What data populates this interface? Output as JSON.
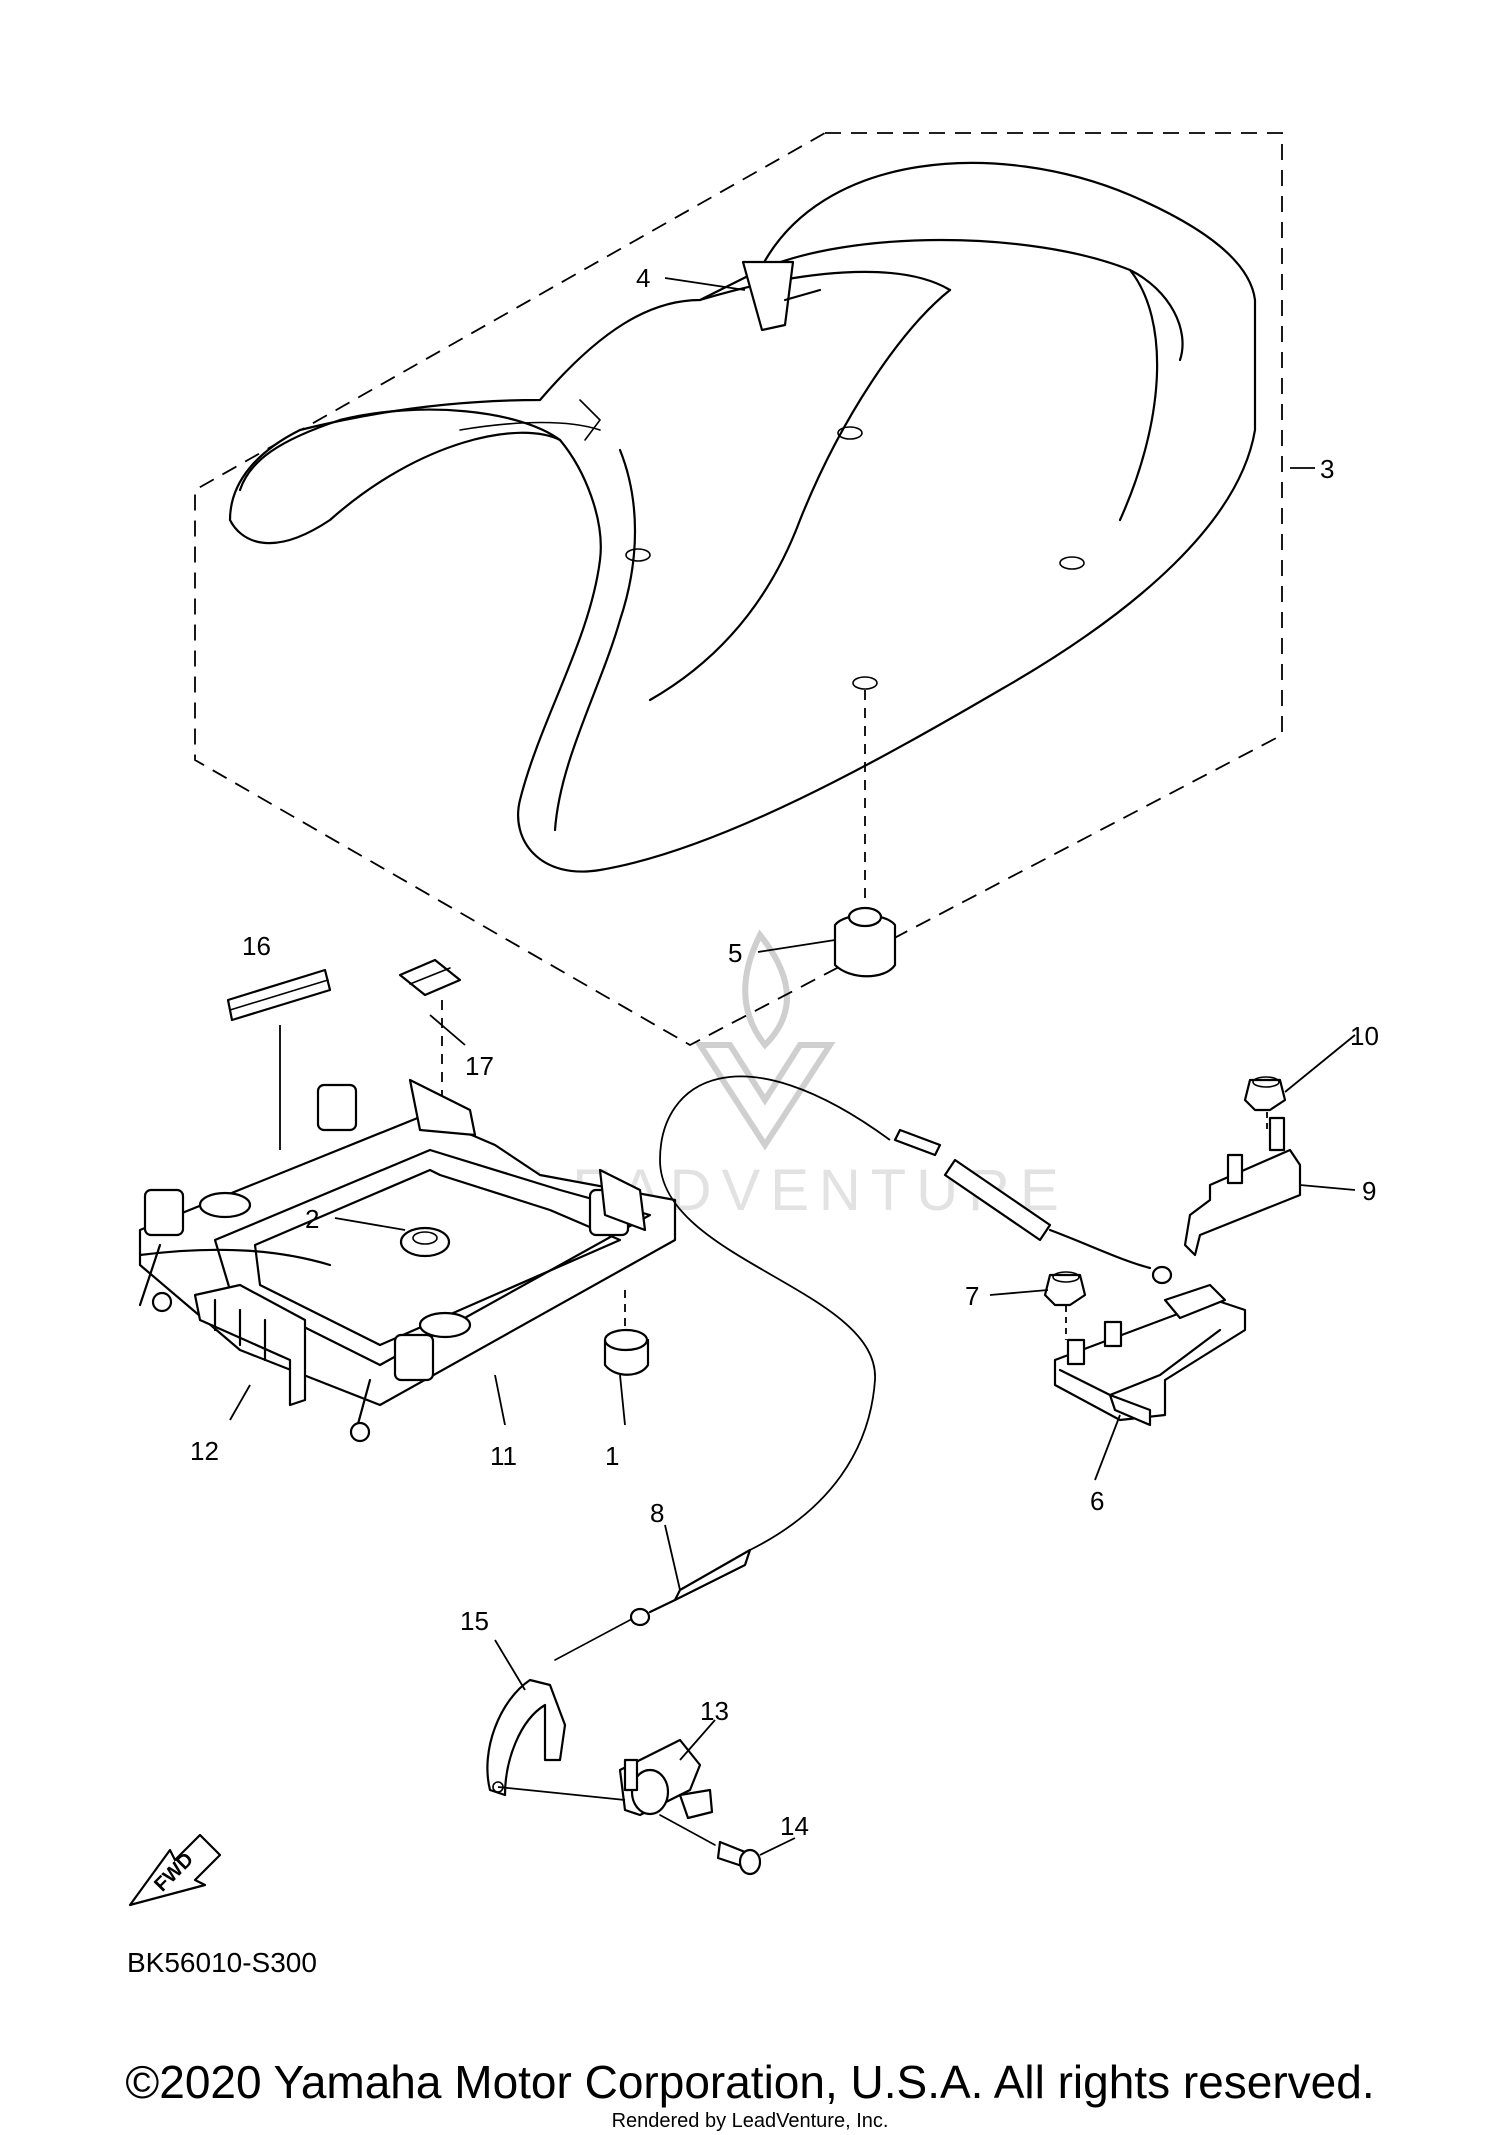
{
  "diagram_code": "BK56010-S300",
  "fwd_label": "FWD",
  "watermark_text": "LEADVENTURE",
  "copyright": "©2020 Yamaha Motor Corporation, U.S.A. All rights reserved.",
  "rendered_by": "Rendered by LeadVenture, Inc.",
  "callouts": {
    "c1": "1",
    "c2": "2",
    "c3": "3",
    "c4": "4",
    "c5": "5",
    "c6": "6",
    "c7": "7",
    "c8": "8",
    "c9": "9",
    "c10": "10",
    "c11": "11",
    "c12": "12",
    "c13": "13",
    "c14": "14",
    "c15": "15",
    "c16": "16",
    "c17": "17"
  }
}
